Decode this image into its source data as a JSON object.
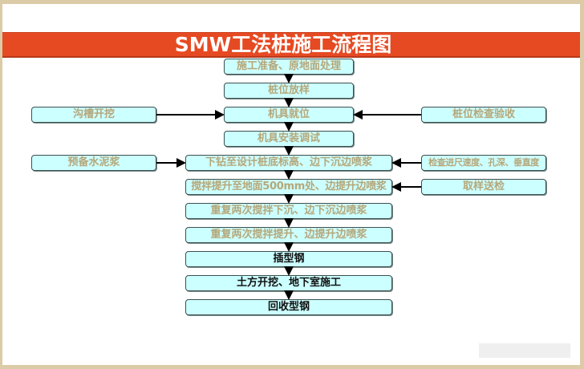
{
  "title": "SMW工法桩施工流程图",
  "colors": {
    "banner": "#e64a22",
    "box_fill": "#ccffff",
    "text_muted": "#b5a77a",
    "text_dark": "#111111"
  },
  "main_steps": [
    {
      "label": "施工准备、原地面处理",
      "emphasis": false
    },
    {
      "label": "桩位放样",
      "emphasis": false
    },
    {
      "label": "机具就位",
      "emphasis": false
    },
    {
      "label": "机具安装调试",
      "emphasis": false
    },
    {
      "label": "下钻至设计桩底标高、边下沉边喷浆",
      "emphasis": false
    },
    {
      "label": "搅拌提升至地面500mm处、边提升边喷浆",
      "emphasis": false
    },
    {
      "label": "重复两次搅拌下沉、边下沉边喷浆",
      "emphasis": false
    },
    {
      "label": "重复两次搅拌提升、边提升边喷浆",
      "emphasis": false
    },
    {
      "label": "插型钢",
      "emphasis": true
    },
    {
      "label": "土方开挖、地下室施工",
      "emphasis": true
    },
    {
      "label": "回收型钢",
      "emphasis": true
    }
  ],
  "left_inputs": [
    {
      "label": "沟槽开挖",
      "target_step": 3
    },
    {
      "label": "预备水泥浆",
      "target_step": 5
    }
  ],
  "right_inputs": [
    {
      "label": "桩位检查验收",
      "target_step": 3
    },
    {
      "label": "检查进尺速度、孔深、垂直度",
      "target_step": 5
    },
    {
      "label": "取样送检",
      "target_step": 6
    }
  ]
}
